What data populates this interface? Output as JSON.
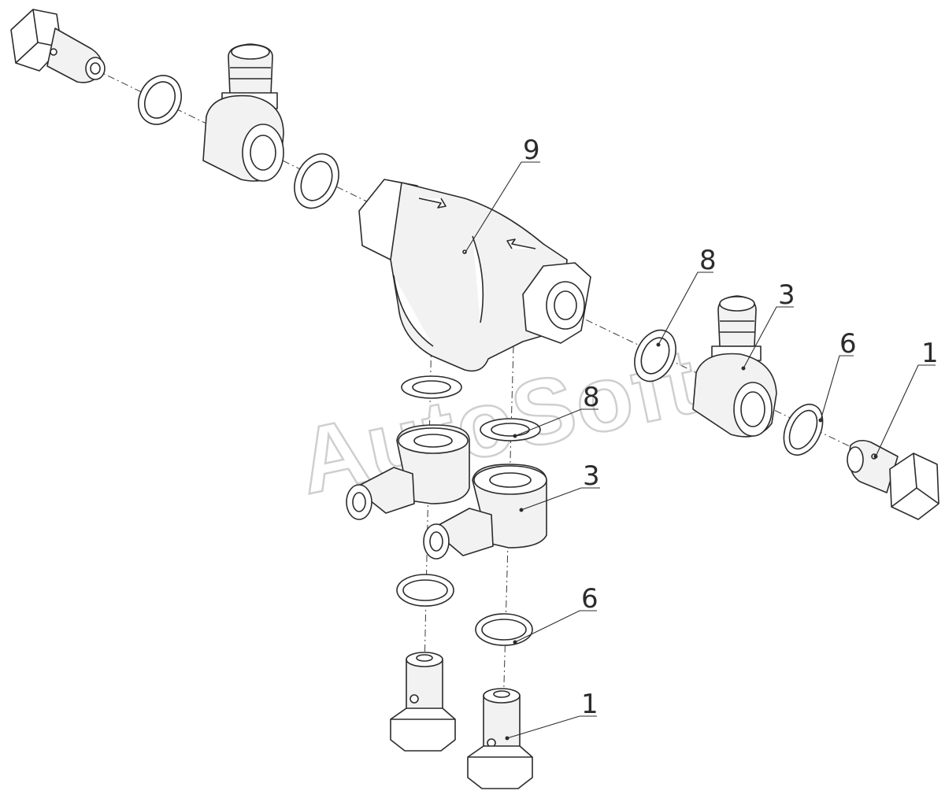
{
  "watermark": "AutoSoft",
  "callouts": [
    {
      "id": "9",
      "label": "9"
    },
    {
      "id": "8a",
      "label": "8"
    },
    {
      "id": "3a",
      "label": "3"
    },
    {
      "id": "6a",
      "label": "6"
    },
    {
      "id": "1a",
      "label": "1"
    },
    {
      "id": "8b",
      "label": "8"
    },
    {
      "id": "3b",
      "label": "3"
    },
    {
      "id": "6b",
      "label": "6"
    },
    {
      "id": "1b",
      "label": "1"
    }
  ]
}
